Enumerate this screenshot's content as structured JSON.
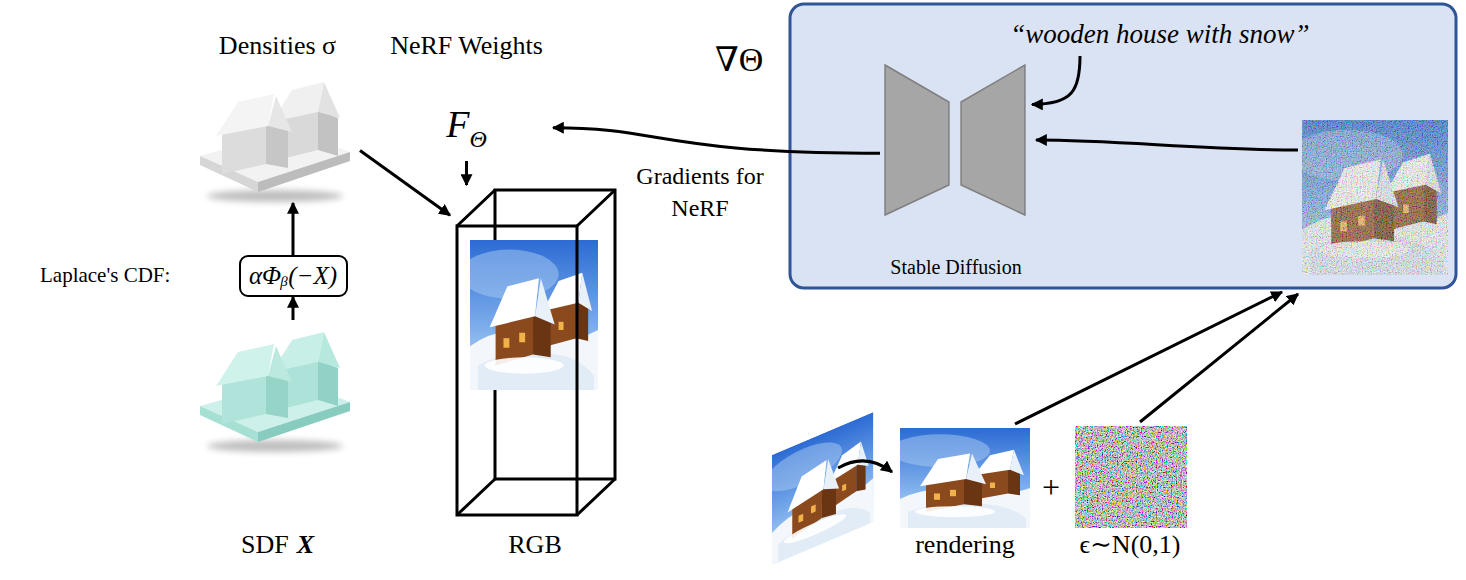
{
  "diagram": {
    "nodes": [
      {
        "text": [
          "Densities σ"
        ]
      },
      {
        "text": [
          "NeRF Weights",
          "F",
          "Θ"
        ]
      },
      {
        "text": [
          "“wooden house with snow”"
        ]
      },
      {
        "text": [
          "Stable Diffusion"
        ]
      },
      {
        "text": [
          "αΦᵦ(−X)"
        ]
      },
      {
        "text": [
          "RGB"
        ]
      },
      {
        "text": [
          "SDF",
          "X"
        ]
      },
      {
        "text": [
          "rendering"
        ]
      },
      {
        "text": [
          "ϵ∼N(0,1)"
        ]
      }
    ],
    "edges": [
      {
        "from": 6,
        "to": 4,
        "arrow": "to"
      },
      {
        "from": 4,
        "to": 0,
        "arrow": "to"
      },
      {
        "from": 0,
        "to": 5,
        "arrow": "to"
      },
      {
        "from": 1,
        "to": 5,
        "arrow": "to"
      },
      {
        "from": 3,
        "to": 1,
        "arrow": "to",
        "label": "Gradients for NeRF"
      },
      {
        "from": 2,
        "to": 3,
        "arrow": "to"
      }
    ],
    "labels": [
      "Laplace's CDF:",
      "∇Θ",
      "+"
    ]
  }
}
